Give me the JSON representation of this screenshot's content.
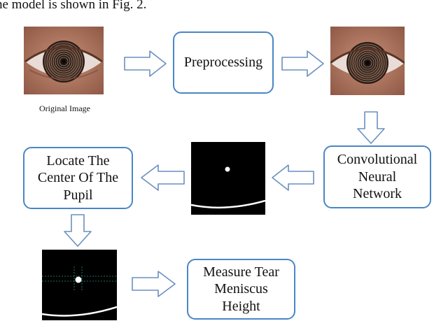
{
  "header": {
    "text": "he model is shown in Fig. 2."
  },
  "original_image": {
    "caption": "Original Image"
  },
  "steps": {
    "preprocessing": {
      "label": "Preprocessing"
    },
    "cnn": {
      "lines": [
        "Convolutional",
        "Neural",
        "Network"
      ]
    },
    "locate": {
      "lines": [
        "Locate The",
        "Center Of The",
        "Pupil"
      ]
    },
    "measure": {
      "lines": [
        "Measure Tear",
        "Meniscus",
        "Height"
      ]
    }
  },
  "colors": {
    "box_border": "#4a86c5",
    "arrow_outline": "#6a8fc0",
    "mask_bg": "#000000",
    "mask_fg": "#ffffff",
    "crosshair": "#2aa58a"
  }
}
